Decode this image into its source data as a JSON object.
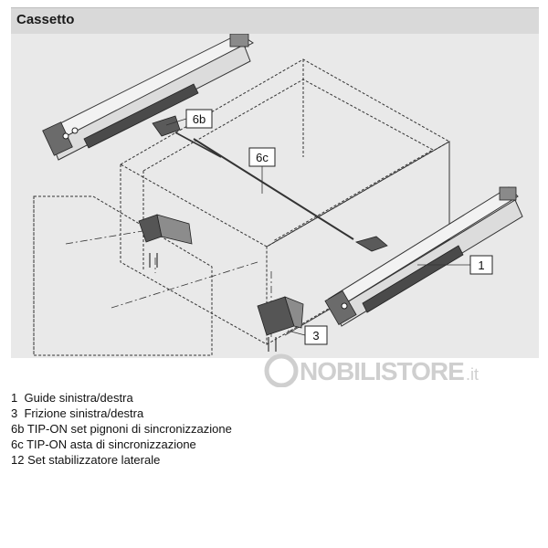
{
  "header": {
    "title": "Cassetto"
  },
  "callouts": [
    {
      "id": "6b",
      "label": "6b"
    },
    {
      "id": "6c",
      "label": "6c"
    },
    {
      "id": "1",
      "label": "1"
    },
    {
      "id": "3",
      "label": "3"
    }
  ],
  "legend": {
    "items": [
      "1  Guide sinistra/destra",
      "3  Frizione sinistra/destra",
      "6b TIP-ON set pignoni di sincronizzazione",
      "6c TIP-ON asta di sincronizzazione",
      "12 Set stabilizzatore laterale"
    ]
  },
  "watermark": {
    "brand_main": "NOBILISTORE",
    "brand_suffix": ".it"
  },
  "colors": {
    "header_bg": "#d9d9d9",
    "panel_bg": "#e9e9e9",
    "line": "#333333",
    "part_dark": "#4a4a4a",
    "watermark": "#cfcfcf"
  }
}
